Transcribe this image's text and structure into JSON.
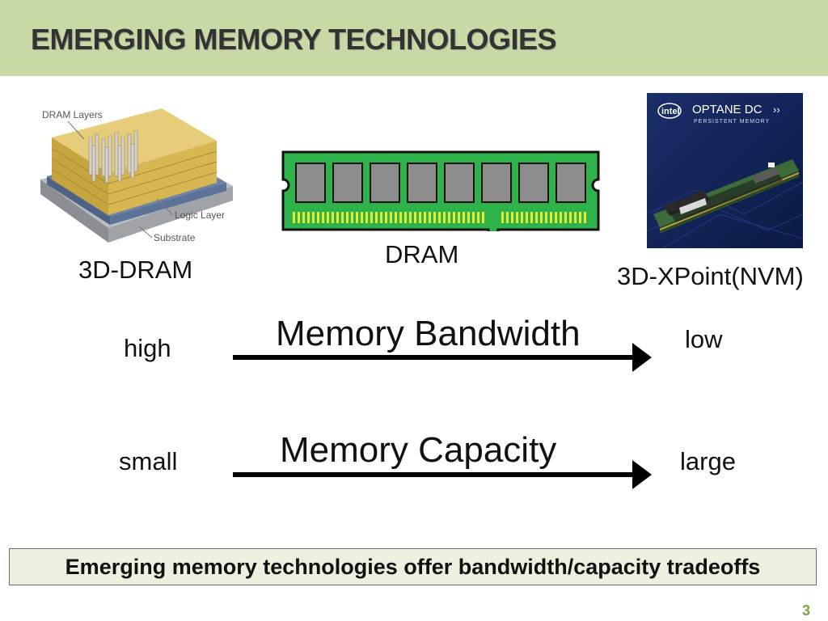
{
  "slide": {
    "title": "EMERGING MEMORY TECHNOLOGIES",
    "page_number": "3"
  },
  "images": {
    "dram3d": {
      "icon": "3d-dram-stack-icon",
      "labels": [
        "DRAM Layers",
        "Logic Layer",
        "Substrate"
      ]
    },
    "dram": {
      "icon": "dram-module-icon"
    },
    "optane": {
      "icon": "optane-dc-module-icon",
      "brand": "intel",
      "product": "OPTANE DC",
      "subtitle": "PERSISTENT MEMORY"
    }
  },
  "captions": {
    "dram3d": "3D-DRAM",
    "dram": "DRAM",
    "xpoint": "3D-XPoint(NVM)"
  },
  "bandwidth": {
    "title": "Memory Bandwidth",
    "left": "high",
    "right": "low"
  },
  "capacity": {
    "title": "Memory Capacity",
    "left": "small",
    "right": "large"
  },
  "summary": "Emerging memory technologies offer bandwidth/capacity tradeoffs",
  "colors": {
    "title_bar": "#c8d9a6",
    "summary_bg": "#ebf1de",
    "page_number": "#7fa33a",
    "pcb_green": "#2db34a"
  }
}
